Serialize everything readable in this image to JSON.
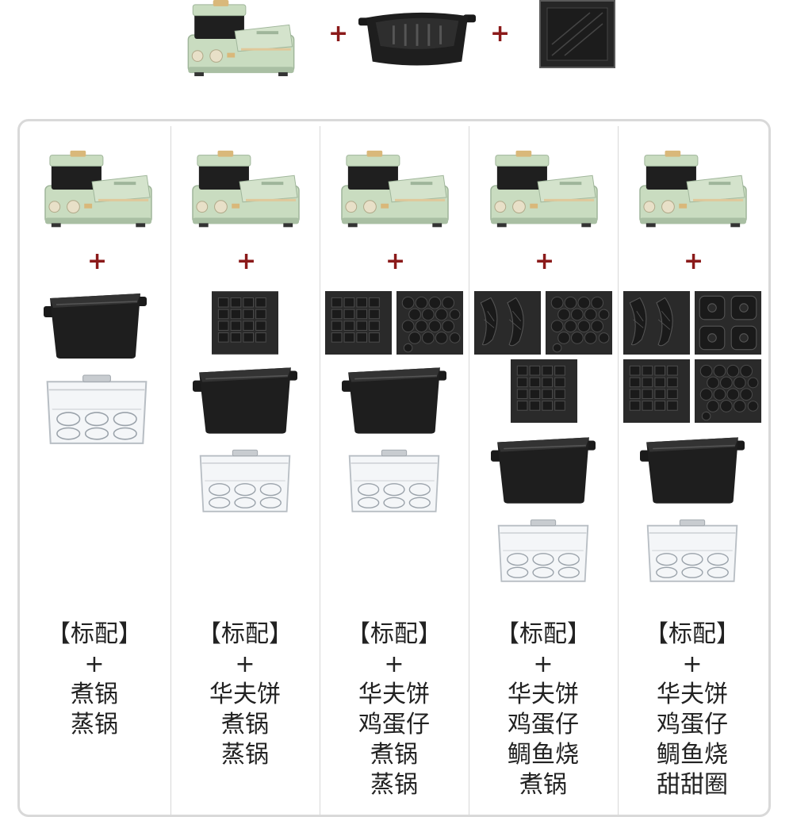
{
  "header": {
    "plus_signs": [
      "+",
      "+"
    ]
  },
  "columns": [
    {
      "plus": "+",
      "lines": [
        "【标配】",
        "+",
        "煮锅",
        "蒸锅"
      ]
    },
    {
      "plus": "+",
      "lines": [
        "【标配】",
        "+",
        "华夫饼",
        "煮锅",
        "蒸锅"
      ]
    },
    {
      "plus": "+",
      "lines": [
        "【标配】",
        "+",
        "华夫饼",
        "鸡蛋仔",
        "煮锅",
        "蒸锅"
      ]
    },
    {
      "plus": "+",
      "lines": [
        "【标配】",
        "+",
        "华夫饼",
        "鸡蛋仔",
        "鲷鱼烧",
        "煮锅"
      ]
    },
    {
      "plus": "+",
      "lines": [
        "【标配】",
        "+",
        "华夫饼",
        "鸡蛋仔",
        "鲷鱼烧",
        "甜甜圈"
      ]
    }
  ],
  "colors": {
    "plus": "#8b1a1a",
    "appliance_green": "#c9dcc0",
    "pot_black": "#1c1c1c",
    "panel_border": "#d9d9d9"
  }
}
